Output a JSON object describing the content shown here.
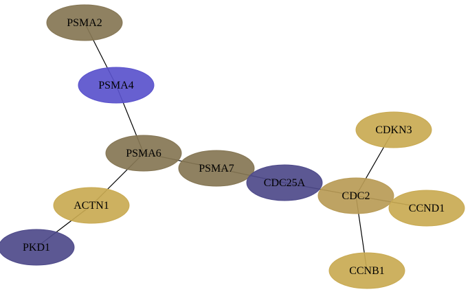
{
  "nodes": [
    {
      "id": "PSMA2",
      "label": "PSMA2",
      "color": "#857654"
    },
    {
      "id": "PSMA4",
      "label": "PSMA4",
      "color": "#5a52cc"
    },
    {
      "id": "PSMA6",
      "label": "PSMA6",
      "color": "#857654"
    },
    {
      "id": "PSMA7",
      "label": "PSMA7",
      "color": "#857654"
    },
    {
      "id": "CDC25A",
      "label": "CDC25A",
      "color": "#4e4a8a"
    },
    {
      "id": "ACTN1",
      "label": "ACTN1",
      "color": "#c9aa52"
    },
    {
      "id": "PKD1",
      "label": "PKD1",
      "color": "#4e4a8a"
    },
    {
      "id": "CDC2",
      "label": "CDC2",
      "color": "#b89b56"
    },
    {
      "id": "CDKN3",
      "label": "CDKN3",
      "color": "#c9aa52"
    },
    {
      "id": "CCND1",
      "label": "CCND1",
      "color": "#c9aa52"
    },
    {
      "id": "CCNB1",
      "label": "CCNB1",
      "color": "#c9aa52"
    }
  ],
  "edges": [
    {
      "from": "PSMA2",
      "to": "PSMA4"
    },
    {
      "from": "PSMA4",
      "to": "PSMA6"
    },
    {
      "from": "PSMA6",
      "to": "PSMA7"
    },
    {
      "from": "PSMA6",
      "to": "ACTN1"
    },
    {
      "from": "ACTN1",
      "to": "PKD1"
    },
    {
      "from": "PSMA7",
      "to": "CDC25A"
    },
    {
      "from": "CDC25A",
      "to": "CDC2"
    },
    {
      "from": "CDC2",
      "to": "CDKN3"
    },
    {
      "from": "CDC2",
      "to": "CCND1"
    },
    {
      "from": "CDC2",
      "to": "CCNB1"
    }
  ]
}
